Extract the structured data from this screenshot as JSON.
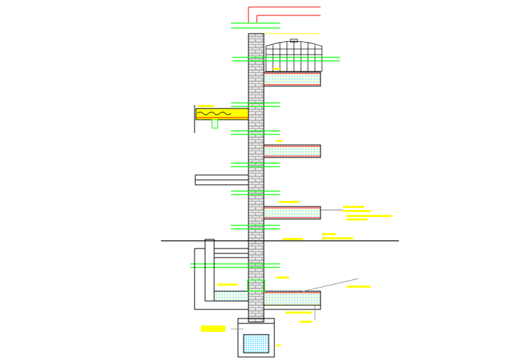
{
  "drawing": {
    "background": "#ffffff",
    "colors": {
      "outline": "#000000",
      "floor_line": "#00ff00",
      "dimension": "#ff0000",
      "annotation": "#ffff00",
      "leader": "#808080",
      "brick_fill": "#e8e8e8",
      "brick_joint": "#555555",
      "fill_hatch": "#00c8ff",
      "aggregate": "#c8ff00",
      "water": "#33ccff"
    },
    "elements": [
      "brick-wall",
      "balcony-slab",
      "glazed-cupola",
      "cornice",
      "ground-line",
      "footing",
      "pit-with-water"
    ]
  }
}
